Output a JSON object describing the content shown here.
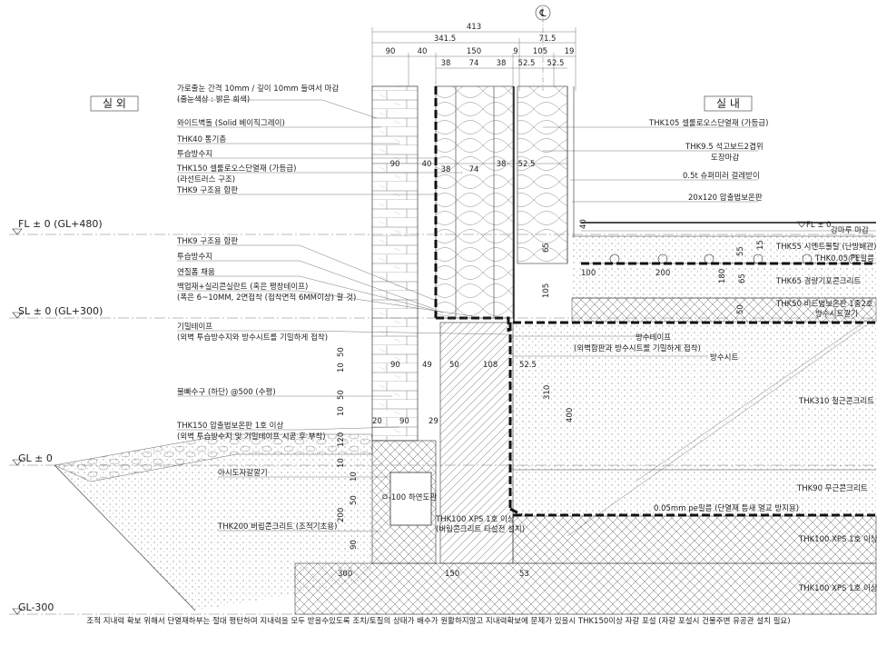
{
  "centerline_symbol": "℄",
  "rooms": {
    "outside": "실 외",
    "inside": "실 내"
  },
  "levels": {
    "fl": "FL ± 0 (GL+480)",
    "sl": "SL ± 0 (GL+300)",
    "gl": "GL ± 0",
    "gl300": "GL-300",
    "fl_right": "FL ± 0"
  },
  "top_dims": {
    "total": "413",
    "row2": [
      "341.5",
      "71.5"
    ],
    "row3": [
      "90",
      "40",
      "150",
      "9",
      "105",
      "19"
    ],
    "row4": [
      "38",
      "74",
      "38",
      "52.5",
      "52.5"
    ]
  },
  "mid_dims": [
    "90",
    "40",
    "38",
    "74",
    "38",
    "52.5"
  ],
  "left_labels": [
    "가로줄눈 간격 10mm / 깊이 10mm 들여서 마감",
    "(줄눈색상 : 밝은 회색)",
    "와이드벽돌 (Solid 베이직그레이)",
    "THK40 통기층",
    "투습방수지",
    "THK150 셀룰로오스단열재 (가등급)",
    "(라선트러스 구조)",
    "THK9 구조용 합판",
    "THK9 구조용 합판",
    "투습방수지",
    "연질폼 채움",
    "백업재+실리콘실란트 (혹은 팽창테이프)",
    "(폭은 6~10MM, 2면접착 (접착면적 6MM이상) 할 것)",
    "기밀테이프",
    "(외벽 투습방수지와 방수시트를 기밀하게 접착)",
    "물빠수구 (하단) @500 (수평)",
    "THK150 압출법보온판 1호 이상",
    "(외벽 투습방수지 및 기밀테이프 시공 후 부착)",
    "아시도자갈깔기",
    "ㅁ-100 하연도관",
    "THK200 버림콘크리트 (조적기초용)",
    "THK100 XPS 1호 이상",
    "(버림콘크리트 타설전 설치)"
  ],
  "right_labels": [
    "THK105 셀룰로오스단열재 (가등급)",
    "THK9.5 석고보드2겹위",
    "도장마감",
    "0.5t 슈퍼미러 걸레받이",
    "20x120 압출법보온판",
    "강마루 마감",
    "THK55 시멘트몰탈 (난방배관)",
    "THK0.05 PE필름",
    "THK65 경량기포콘크리트",
    "THK50 비드법보온판 1종2호",
    "방수시트깔기",
    "방수테이프",
    "(외벽합판과 방수시트를 기밀하게 접착)",
    "방수시트",
    "THK310 철근콘크리트",
    "THK90 무근콘크리트",
    "0.05mm pe필름 (단열재 틈새 열교 방지용)",
    "THK100 XPS 1호 이상",
    "THK100 XPS 1호 이상"
  ],
  "inner_dims": [
    "65",
    "40",
    "100",
    "200",
    "55",
    "180",
    "50",
    "105",
    "65",
    "15"
  ],
  "lower_dims": [
    "90",
    "49",
    "50",
    "108",
    "52.5",
    "310",
    "400",
    "20",
    "90",
    "29",
    "300",
    "150",
    "53",
    "50",
    "10",
    "50",
    "10",
    "120",
    "10",
    "200",
    "90",
    "50",
    "10"
  ],
  "footnote": "조적 지내력 확보 위해서 단열재하부는 절대 평탄하여 지내력을 모두 받을수있도록 조치/토질의 상태가 배수가 원활하지않고 지내력확보에 문제가 있을시 THK150이상 자갈 포설 (자갈 포설시 건물주변 유공관 설치 필요)"
}
